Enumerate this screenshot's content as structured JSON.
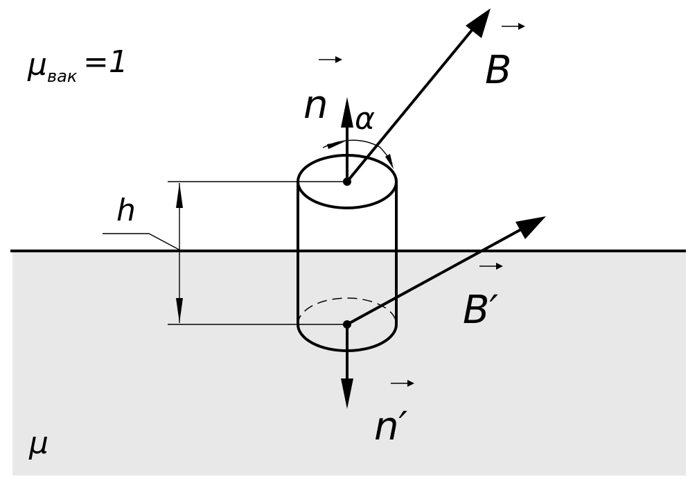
{
  "labels": {
    "mu_vac": "μ",
    "mu_vac_sub": "вак",
    "mu_vac_eq": "=1",
    "mu": "μ",
    "n": "n",
    "n_prime": "n′",
    "B": "B",
    "B_prime": "B′",
    "alpha": "α",
    "h": "h"
  },
  "colors": {
    "medium_fill": "#e8e8e8",
    "line": "#000000"
  }
}
